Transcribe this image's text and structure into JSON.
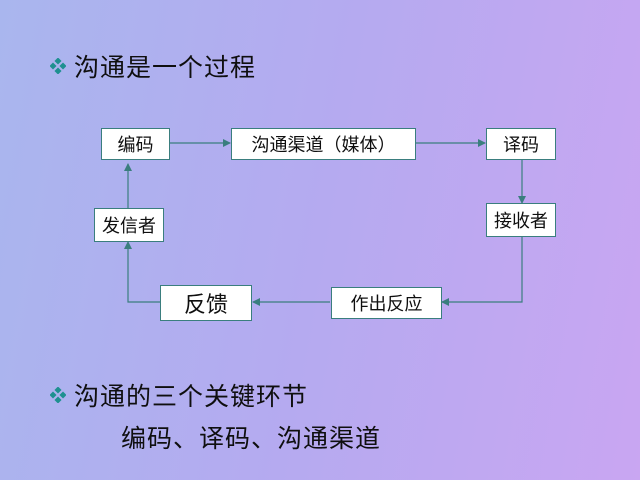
{
  "bullets": [
    {
      "icon": "diamond-bullet-icon",
      "text": "沟通是一个过程"
    },
    {
      "icon": "diamond-bullet-icon",
      "text": "沟通的三个关键环节"
    }
  ],
  "key_elements_line": "编码、译码、沟通渠道",
  "flow": {
    "nodes": {
      "encode": "编码",
      "channel": "沟通渠道（媒体）",
      "decode": "译码",
      "receiver": "接收者",
      "response": "作出反应",
      "feedback": "反馈",
      "sender": "发信者"
    }
  },
  "colors": {
    "arrow": "#3a7e7e",
    "node_border": "#3a7e7e",
    "bullet": "#1e9090"
  }
}
